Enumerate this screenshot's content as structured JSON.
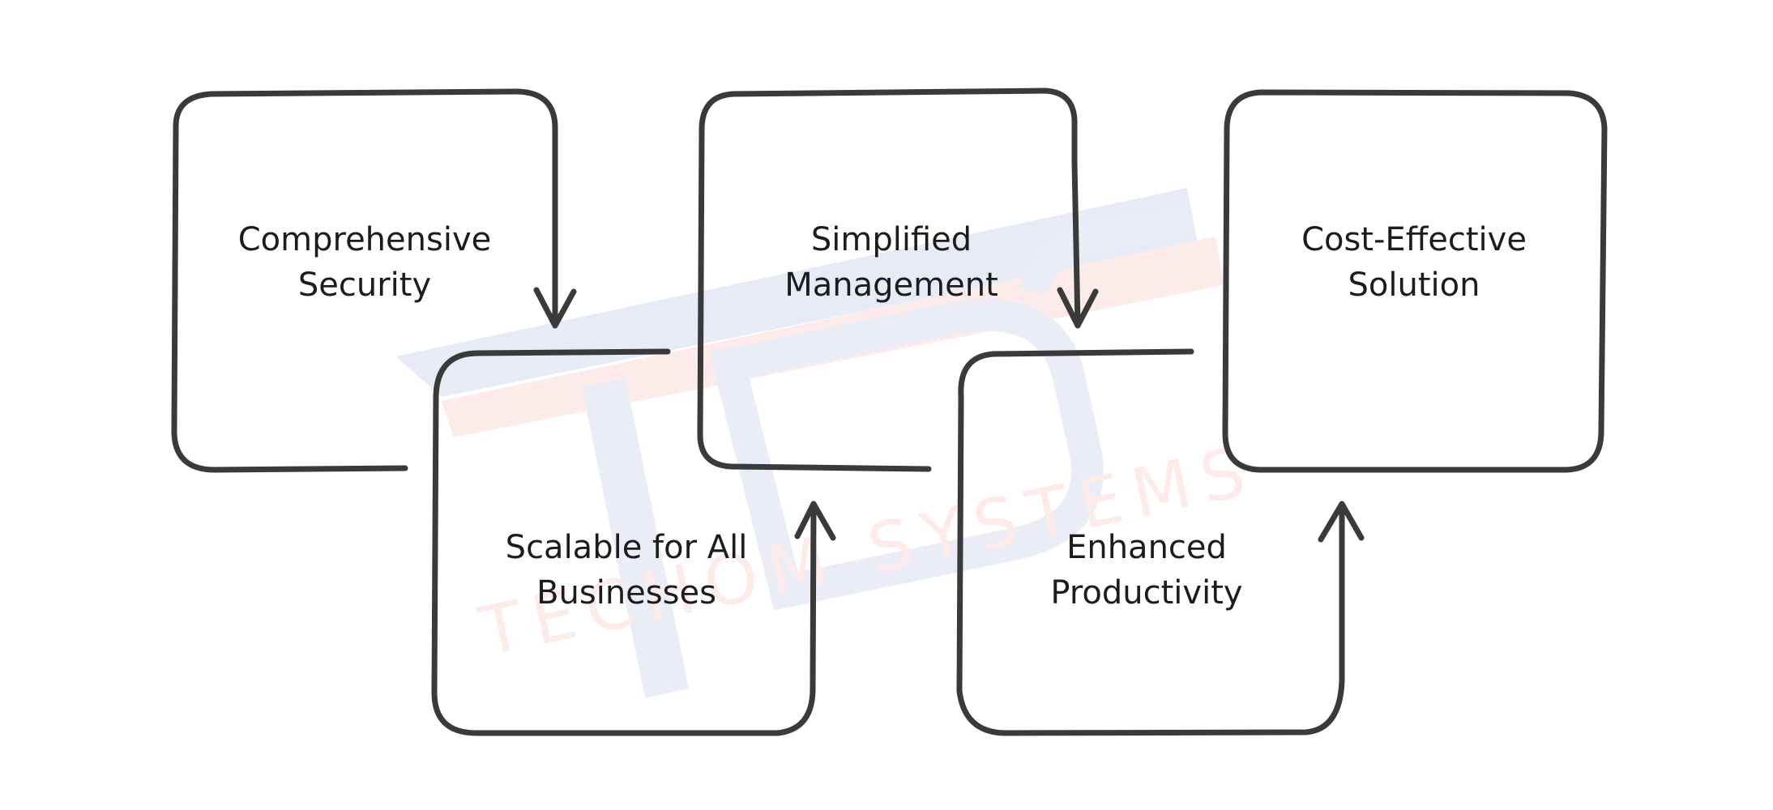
{
  "diagram": {
    "steps": [
      {
        "id": "comprehensive-security",
        "lines": [
          "Comprehensive",
          "Security"
        ]
      },
      {
        "id": "scalable-for-all-businesses",
        "lines": [
          "Scalable for All",
          "Businesses"
        ]
      },
      {
        "id": "simplified-management",
        "lines": [
          "Simplified",
          "Management"
        ]
      },
      {
        "id": "enhanced-productivity",
        "lines": [
          "Enhanced",
          "Productivity"
        ]
      },
      {
        "id": "cost-effective-solution",
        "lines": [
          "Cost-Effective",
          "Solution"
        ]
      }
    ]
  },
  "watermark": {
    "logo": "TDS",
    "text": "TECHOM SYSTEMS"
  },
  "colors": {
    "stroke": "#3a3a3a",
    "text": "#1c1c1c",
    "watermark_blue": "#dfe5f3",
    "watermark_red": "#fbe3e1"
  }
}
